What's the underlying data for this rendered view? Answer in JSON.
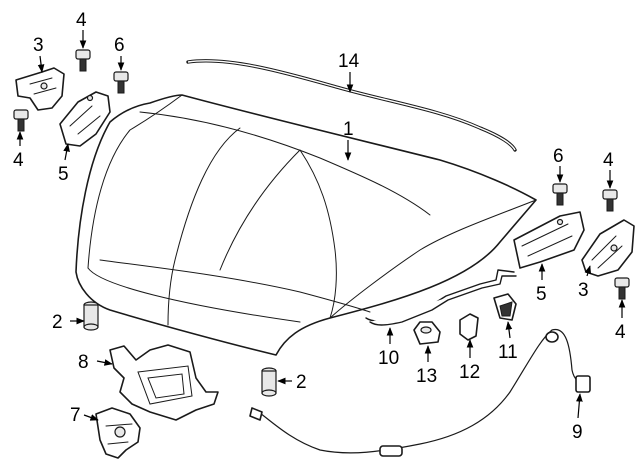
{
  "callouts": [
    {
      "id": "1",
      "label": "1"
    },
    {
      "id": "2a",
      "label": "2"
    },
    {
      "id": "2b",
      "label": "2"
    },
    {
      "id": "3a",
      "label": "3"
    },
    {
      "id": "3b",
      "label": "3"
    },
    {
      "id": "4a",
      "label": "4"
    },
    {
      "id": "4b",
      "label": "4"
    },
    {
      "id": "4c",
      "label": "4"
    },
    {
      "id": "4d",
      "label": "4"
    },
    {
      "id": "5a",
      "label": "5"
    },
    {
      "id": "5b",
      "label": "5"
    },
    {
      "id": "6a",
      "label": "6"
    },
    {
      "id": "6b",
      "label": "6"
    },
    {
      "id": "7",
      "label": "7"
    },
    {
      "id": "8",
      "label": "8"
    },
    {
      "id": "9",
      "label": "9"
    },
    {
      "id": "10",
      "label": "10"
    },
    {
      "id": "11",
      "label": "11"
    },
    {
      "id": "12",
      "label": "12"
    },
    {
      "id": "13",
      "label": "13"
    },
    {
      "id": "14",
      "label": "14"
    }
  ]
}
